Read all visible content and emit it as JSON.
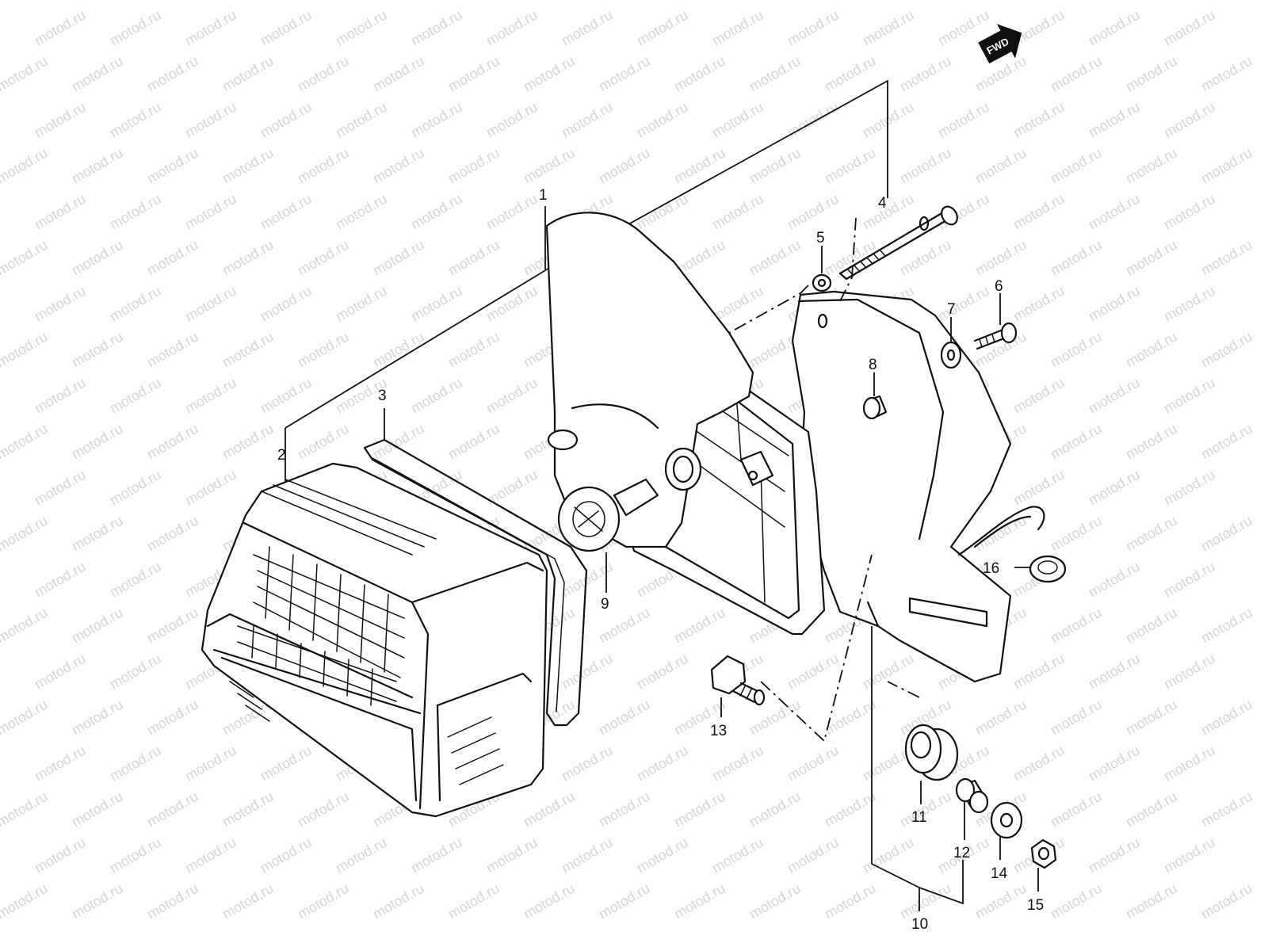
{
  "diagram": {
    "watermark": "motod.ru",
    "direction_badge": "FWD",
    "callouts": [
      {
        "id": "1",
        "label": "1"
      },
      {
        "id": "2",
        "label": "2"
      },
      {
        "id": "3",
        "label": "3"
      },
      {
        "id": "4",
        "label": "4"
      },
      {
        "id": "5",
        "label": "5"
      },
      {
        "id": "6",
        "label": "6"
      },
      {
        "id": "7",
        "label": "7"
      },
      {
        "id": "8",
        "label": "8"
      },
      {
        "id": "9",
        "label": "9"
      },
      {
        "id": "10",
        "label": "10"
      },
      {
        "id": "11",
        "label": "11"
      },
      {
        "id": "12",
        "label": "12"
      },
      {
        "id": "13",
        "label": "13"
      },
      {
        "id": "14",
        "label": "14"
      },
      {
        "id": "15",
        "label": "15"
      },
      {
        "id": "16",
        "label": "16"
      }
    ],
    "colors": {
      "line": "#111111",
      "watermark": "#d6d6d6",
      "background": "#ffffff"
    }
  }
}
